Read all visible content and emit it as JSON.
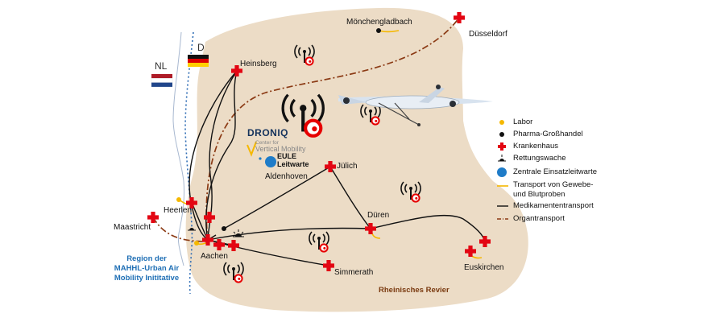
{
  "labels": {
    "country_nl": "NL",
    "country_de": "D",
    "initiative_line1": "Region der",
    "initiative_line2": "MAHHL-Urban Air",
    "initiative_line3": "Mobility Inititative",
    "region": "Rheinisches Revier"
  },
  "cities": {
    "moenchengladbach": "Mönchengladbach",
    "duesseldorf": "Düsseldorf",
    "heinsberg": "Heinsberg",
    "juelich": "Jülich",
    "aldenhoven": "Aldenhoven",
    "heerlen": "Heerlen",
    "maastricht": "Maastricht",
    "aachen": "Aachen",
    "dueren": "Düren",
    "simmerath": "Simmerath",
    "euskirchen": "Euskirchen"
  },
  "logos": {
    "droniq": "DRONIQ",
    "cvm_line1": "Center for",
    "cvm_line2": "Vertical Mobility",
    "eule_line1": "EULE",
    "eule_line2": "Leitwarte"
  },
  "legend": [
    {
      "icon": "yellow-dot-icon",
      "label": "Labor"
    },
    {
      "icon": "black-dot-icon",
      "label": "Pharma-Großhandel"
    },
    {
      "icon": "red-cross-icon",
      "label": "Krankenhaus"
    },
    {
      "icon": "ambulance-station-icon",
      "label": "Rettungswache"
    },
    {
      "icon": "blue-dot-icon",
      "label": "Zentrale Einsatzleitwarte"
    },
    {
      "icon": "yellow-line-icon",
      "label": "Transport von Gewebe-",
      "label2": "und Blutproben"
    },
    {
      "icon": "black-line-icon",
      "label": "Medikamententransport"
    },
    {
      "icon": "brown-dashdot-line-icon",
      "label": "Organtransport"
    }
  ],
  "colors": {
    "region_fill": "#ecdcc6",
    "hospital_red": "#e30613",
    "lab_yellow": "#f5b800",
    "organ_route": "#8b3a14",
    "medication_route": "#111111",
    "control_center_blue": "#1f7cc8",
    "border_blue": "#2f6db5",
    "vodafone_red": "#e60000"
  }
}
